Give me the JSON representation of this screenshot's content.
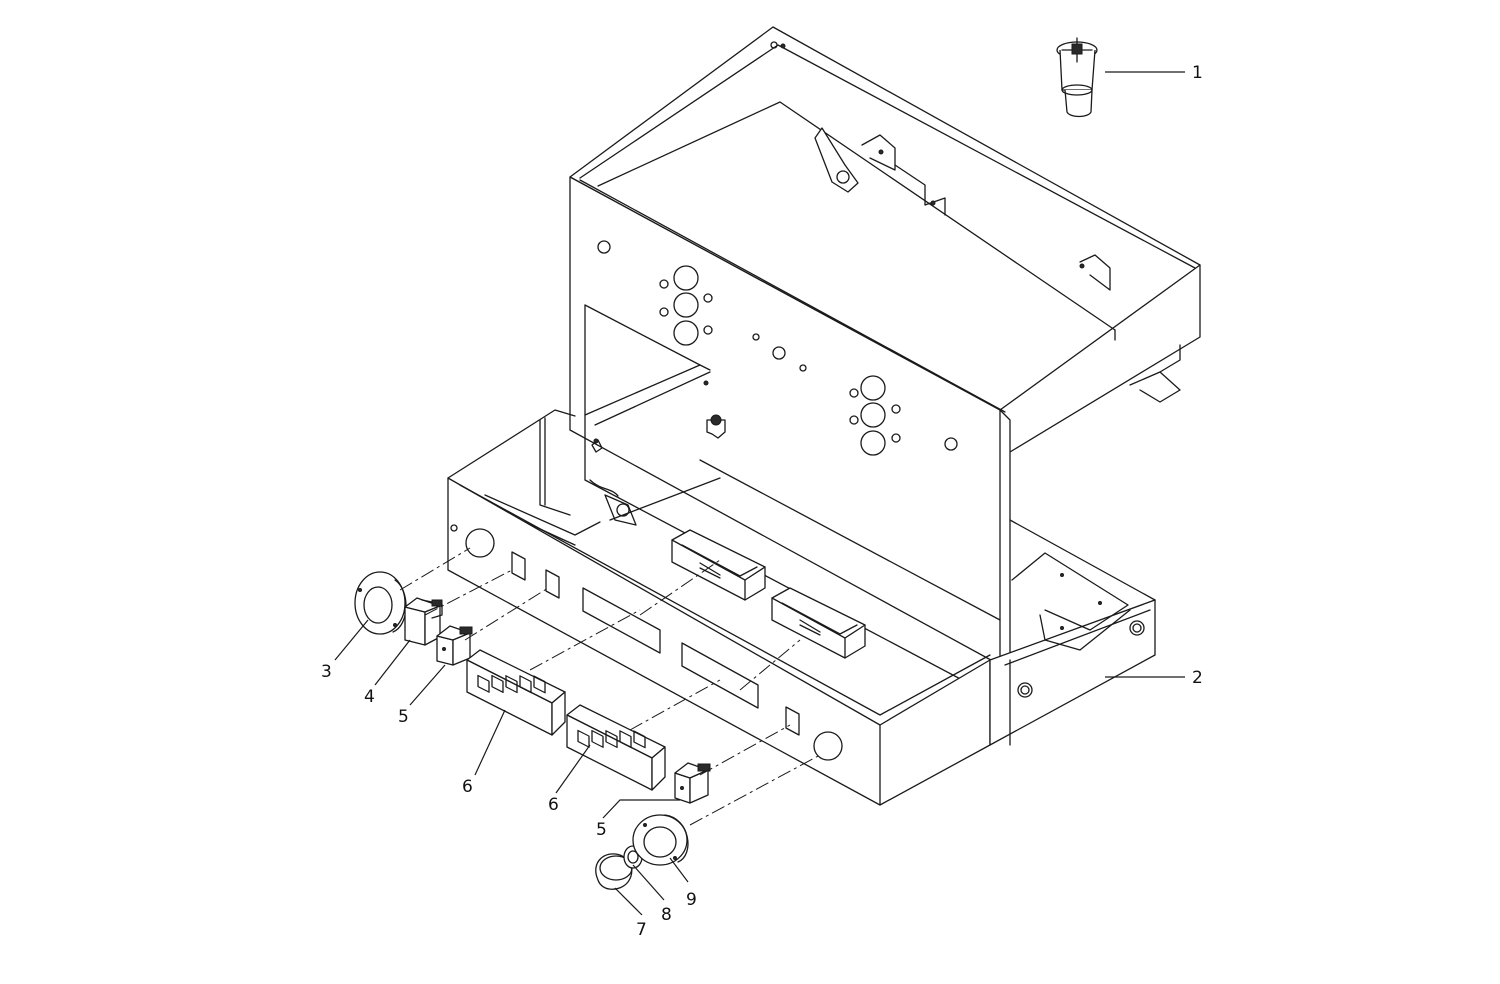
{
  "diagram": {
    "callouts": [
      {
        "id": "c1",
        "text": "1"
      },
      {
        "id": "c2",
        "text": "2"
      },
      {
        "id": "c3",
        "text": "3"
      },
      {
        "id": "c4",
        "text": "4"
      },
      {
        "id": "c5a",
        "text": "5"
      },
      {
        "id": "c6a",
        "text": "6"
      },
      {
        "id": "c6b",
        "text": "6"
      },
      {
        "id": "c5b",
        "text": "5"
      },
      {
        "id": "c7",
        "text": "7"
      },
      {
        "id": "c8",
        "text": "8"
      },
      {
        "id": "c9",
        "text": "9"
      }
    ],
    "line_color": "#1a1a1a",
    "background": "#ffffff"
  }
}
